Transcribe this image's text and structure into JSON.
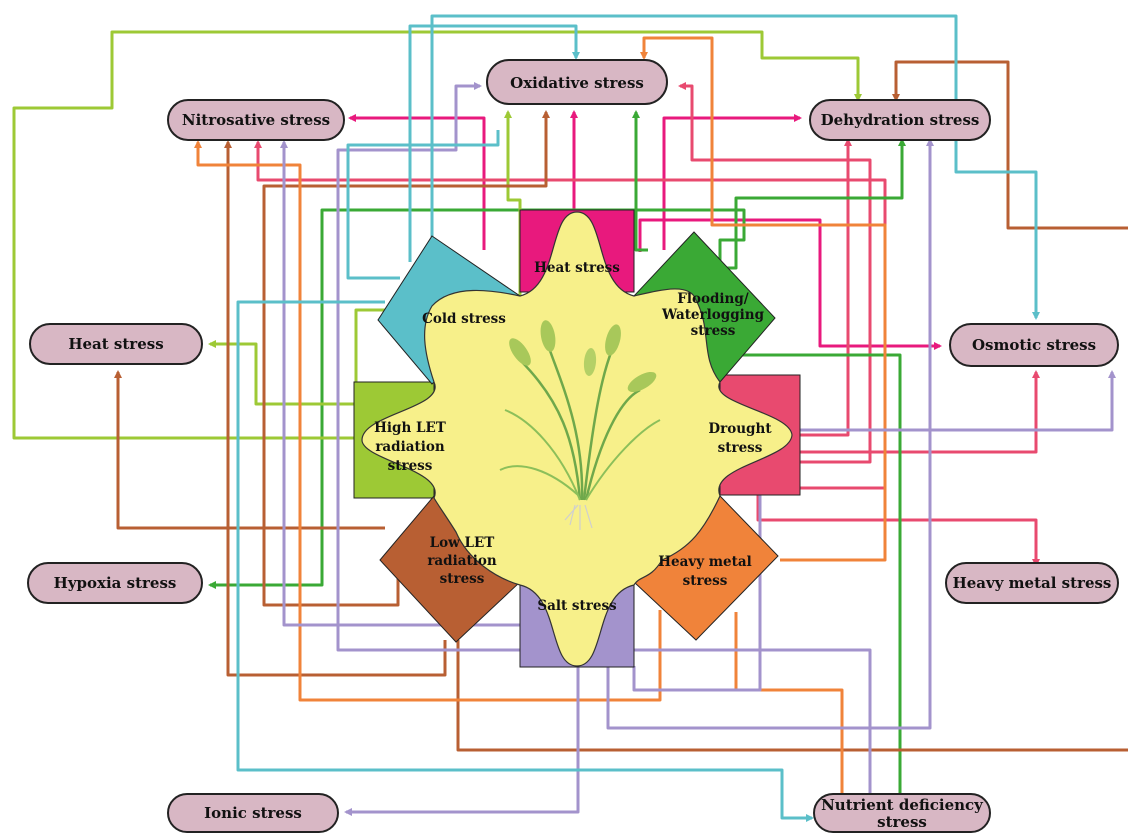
{
  "colors": {
    "pill_fill": "#d8b7c4",
    "petal_fill": "#f7f08a",
    "magenta": "#e8197d",
    "pink": "#e84a6f",
    "green": "#3aa935",
    "lime": "#9dc935",
    "brown": "#b85f33",
    "orange": "#f0833a",
    "teal": "#5bbfc9",
    "purple": "#a393cc"
  },
  "outer_nodes": {
    "oxidative": "Oxidative stress",
    "nitrosative": "Nitrosative stress",
    "dehydration": "Dehydration stress",
    "heat": "Heat stress",
    "osmotic": "Osmotic stress",
    "hypoxia": "Hypoxia stress",
    "heavy_metal": "Heavy metal stress",
    "ionic": "Ionic stress",
    "nutrient_line1": "Nutrient deficiency",
    "nutrient_line2": "stress"
  },
  "inner_stresses": {
    "heat": "Heat stress",
    "flooding_line1": "Flooding/",
    "flooding_line2": "Waterlogging",
    "flooding_line3": "stress",
    "drought_line1": "Drought",
    "drought_line2": "stress",
    "heavy_metal_line1": "Heavy metal",
    "heavy_metal_line2": "stress",
    "salt": "Salt stress",
    "low_let_line1": "Low LET",
    "low_let_line2": "radiation",
    "low_let_line3": "stress",
    "high_let_line1": "High LET",
    "high_let_line2": "radiation",
    "high_let_line3": "stress",
    "cold": "Cold stress"
  },
  "center_icon": "wheat-plant-icon"
}
